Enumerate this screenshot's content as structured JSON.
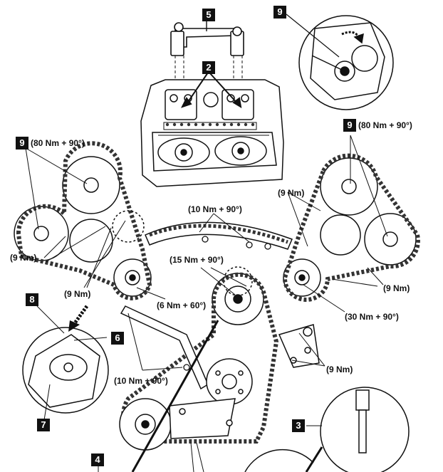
{
  "callouts": {
    "c2": "2",
    "c3": "3",
    "c4": "4",
    "c5": "5",
    "c6": "6",
    "c7": "7",
    "c8": "8",
    "c9_top": "9",
    "c9_left": "9",
    "c9_right": "9"
  },
  "torques": {
    "left_camshaft": "(80 Nm + 90°)",
    "right_camshaft": "(80 Nm + 90°)",
    "upper_guide": "(10 Nm + 90°)",
    "idler_center": "(15 Nm + 90°)",
    "left_idler": "(6 Nm + 60°)",
    "right_idler": "(30 Nm + 90°)",
    "lower_guide_left": "(10 Nm + 90°)",
    "left_9nm_a": "(9 Nm)",
    "left_9nm_b": "(9 Nm)",
    "right_9nm_a": "(9 Nm)",
    "right_9nm_b": "(9 Nm)",
    "right_9nm_c": "(9 Nm)"
  }
}
